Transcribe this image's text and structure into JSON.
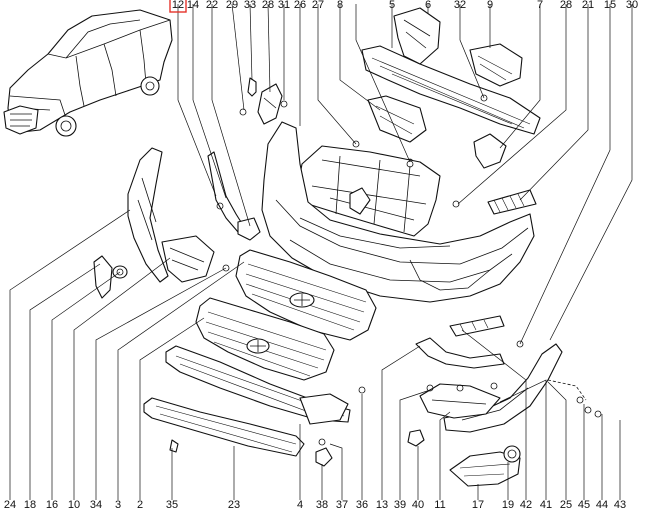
{
  "top_callouts": [
    "12",
    "14",
    "22",
    "29",
    "33",
    "28",
    "31",
    "26",
    "27",
    "8",
    "5",
    "6",
    "32",
    "9",
    "7",
    "28",
    "21",
    "15",
    "30"
  ],
  "highlighted_callout_index": 0,
  "bottom_callouts": [
    "24",
    "18",
    "16",
    "10",
    "34",
    "3",
    "2",
    "35",
    "23",
    "4",
    "38",
    "37",
    "36",
    "13",
    "39",
    "40",
    "11",
    "17",
    "19",
    "42",
    "41",
    "25",
    "45",
    "44",
    "43"
  ],
  "colors": {
    "line": "#111111",
    "highlight": "#e5332a",
    "background": "#ffffff"
  }
}
